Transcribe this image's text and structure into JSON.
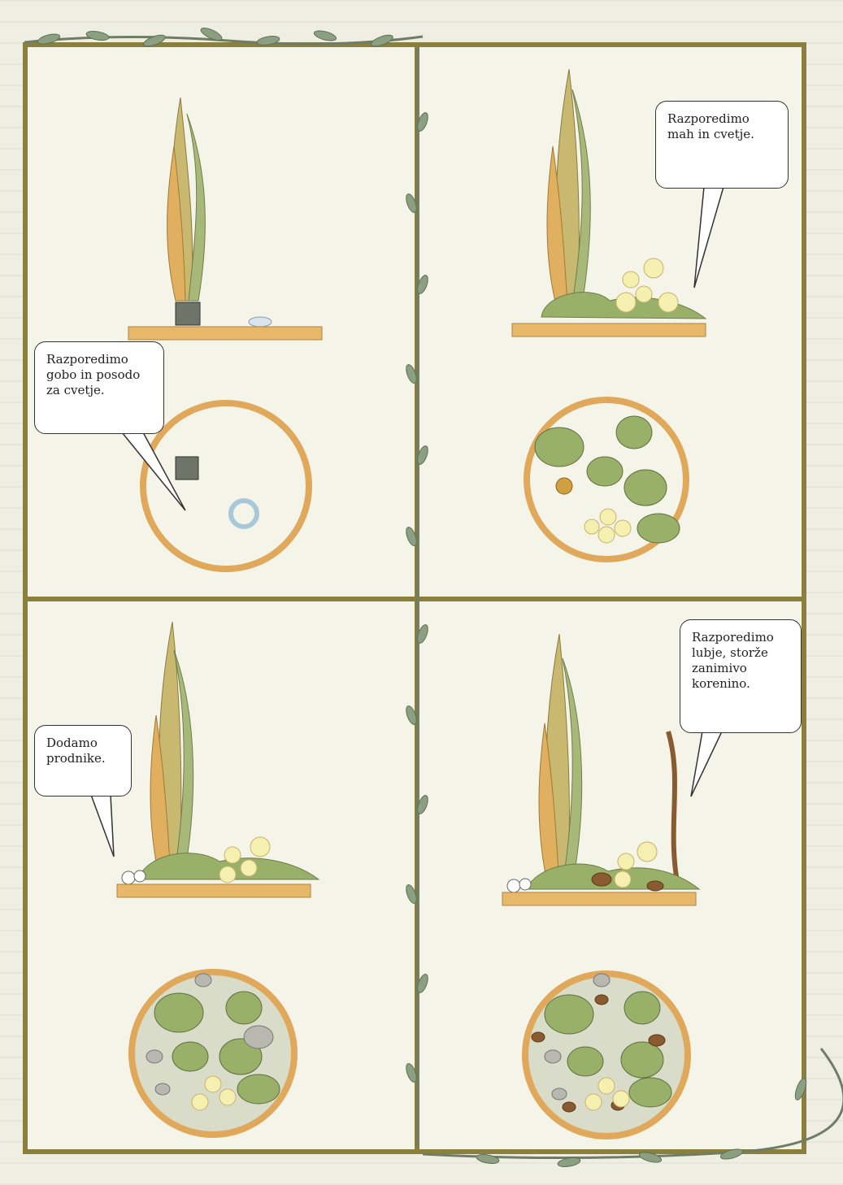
{
  "bubbles": {
    "step1": "Razporedimo gobo in posodo za cvetje.",
    "step2": "Razporedimo mah in cvetje.",
    "step3": "Dodamo prodnike.",
    "step4": "Razporedimo lubje, storže zanimivo korenino."
  },
  "colors": {
    "frame": "#8a7f3c",
    "board": "#e8b86a",
    "ring": "#e0a85a",
    "moss": "#98b068",
    "flower": "#f6f0b0",
    "pebble": "#b8b8b0",
    "bark": "#8a5a30",
    "leaf": "#c8b870"
  }
}
